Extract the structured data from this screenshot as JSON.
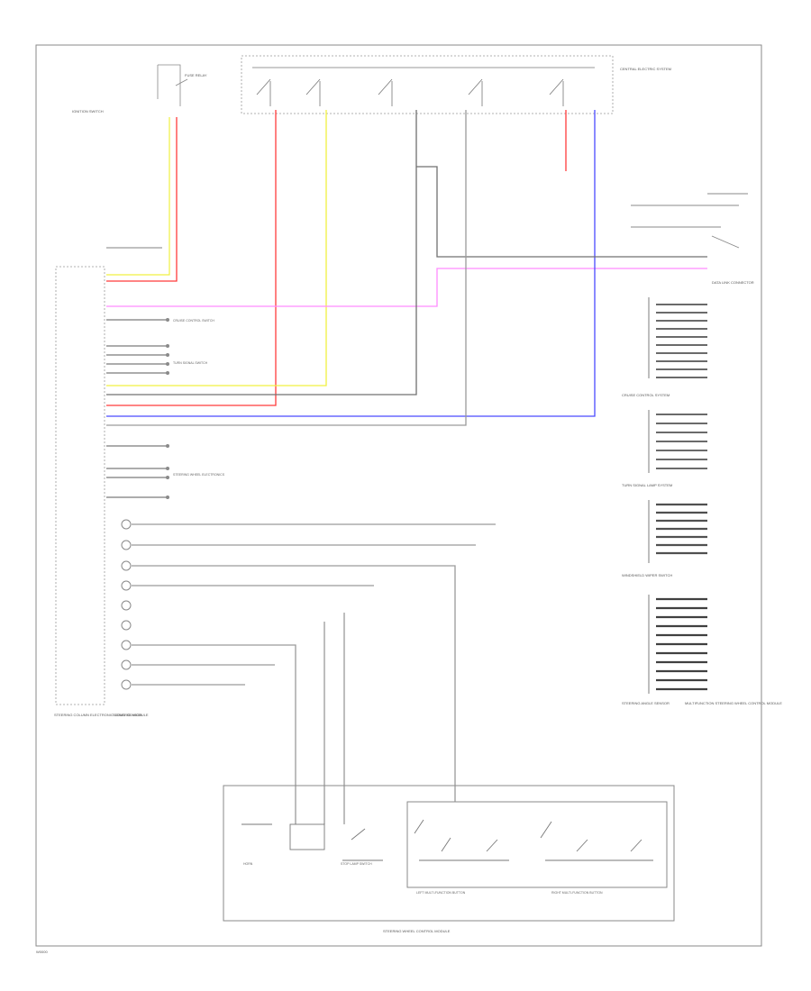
{
  "page_code": "W0000",
  "labels": {
    "ignition_switch": "IGNITION SWITCH",
    "fuse_relay": "FUSE RELAY",
    "central_elec": "CENTRAL ELECTRIC SYSTEM",
    "steering_angle": "STEERING ANGLE SENSOR",
    "steering_wheel_elec": "STEERING WHEEL ELECTRONICS",
    "cruise_switch": "CRUISE CONTROL SWITCH",
    "turn_signal_switch": "TURN SIGNAL SWITCH",
    "wiper_switch": "WINDSHIELD WIPER SWITCH",
    "horn": "HORN",
    "left_multi": "LEFT MULTI-FUNCTION BUTTON",
    "right_multi": "RIGHT MULTI-FUNCTION BUTTON",
    "steering_control": "STEERING WHEEL CONTROL MODULE",
    "cruise_system": "CRUISE CONTROL SYSTEM",
    "turn_lamps": "TURN SIGNAL LAMP SYSTEM",
    "data_link": "DATA LINK CONNECTOR",
    "module_bottom_left": "STEERING COLUMN ELECTRONIC CONTROL MODULE",
    "steering_sensor_bottom": "SIGNAL SENSOR",
    "stop_lamp": "STOP LAMP SWITCH",
    "multifunction_steering": "MULTIFUNCTION STEERING WHEEL CONTROL MODULE"
  },
  "wire_colors": {
    "red": "#ff3b3b",
    "yellow": "#f0f040",
    "pink": "#ff8cff",
    "blue": "#4a4aff",
    "gray": "#9a9a9a",
    "dark_gray": "#707070"
  }
}
